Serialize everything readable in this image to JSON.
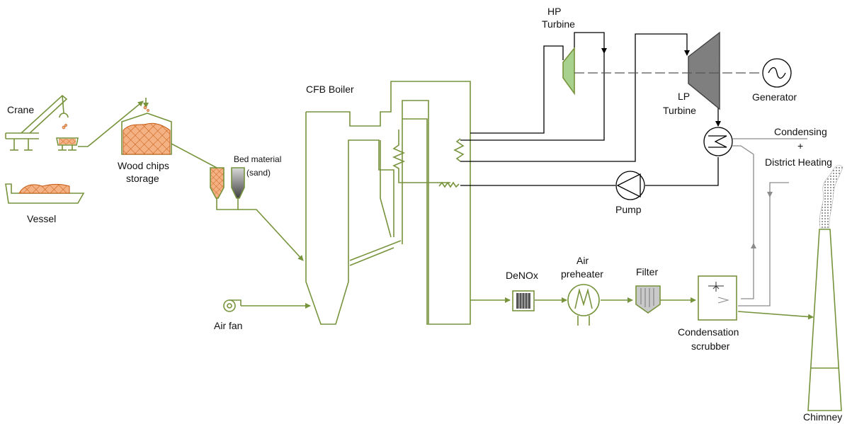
{
  "labels": {
    "crane": "Crane",
    "vessel": "Vessel",
    "wood_chips_storage_line1": "Wood chips",
    "wood_chips_storage_line2": "storage",
    "bed_material_line1": "Bed material",
    "bed_material_line2": "(sand)",
    "cfb_boiler": "CFB Boiler",
    "air_fan": "Air fan",
    "hp_turbine_line1": "HP",
    "hp_turbine_line2": "Turbine",
    "lp_turbine_line1": "LP",
    "lp_turbine_line2": "Turbine",
    "generator": "Generator",
    "condensing_line1": "Condensing",
    "condensing_line2": "+",
    "condensing_line3": "District Heating",
    "pump": "Pump",
    "denox": "DeNOx",
    "air_preheater_line1": "Air",
    "air_preheater_line2": "preheater",
    "filter": "Filter",
    "condensation_scrubber_line1": "Condensation",
    "condensation_scrubber_line2": "scrubber",
    "chimney": "Chimney"
  },
  "colors": {
    "green_line": "#77933c",
    "steam_line": "#000000",
    "district_heating_line": "#8c8c8c",
    "wood_chips_fill": "#f4b183",
    "turbine_hp_fill": "#a9d18e",
    "turbine_lp_fill": "#7f7f7f"
  }
}
